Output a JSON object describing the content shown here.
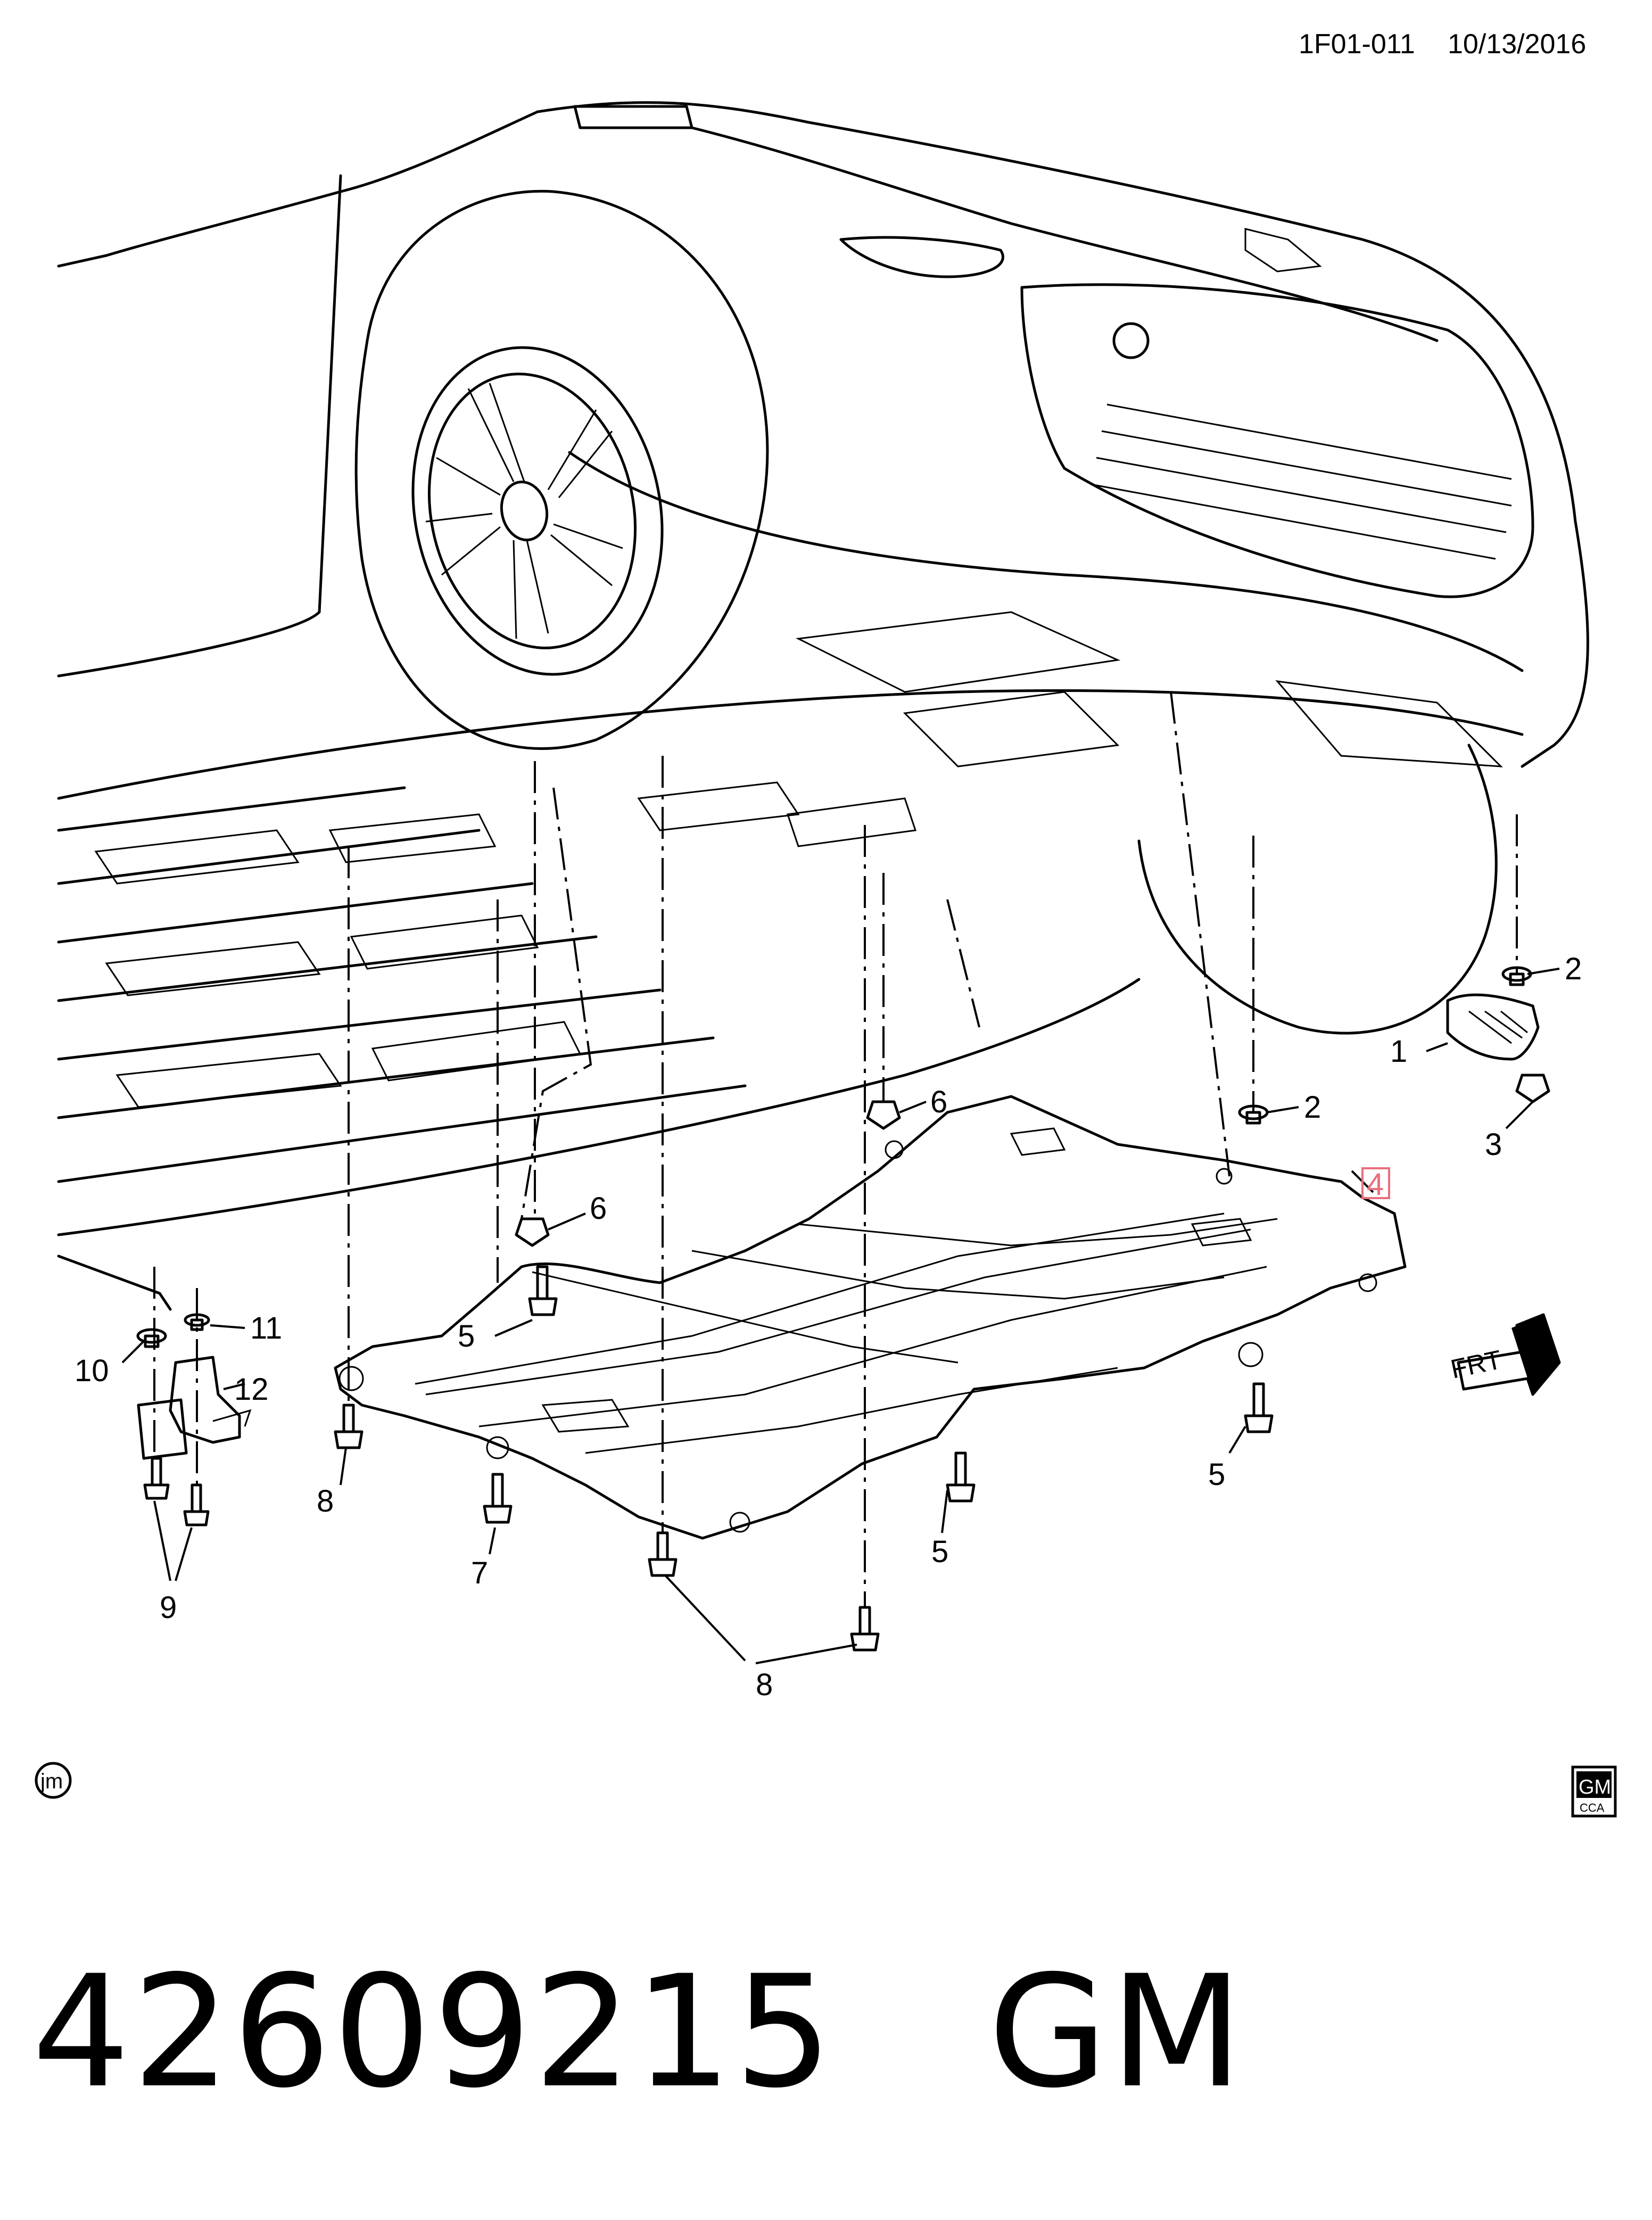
{
  "header": {
    "code": "1F01-011",
    "date": "10/13/2016"
  },
  "callouts": [
    {
      "id": "c1",
      "label": "1"
    },
    {
      "id": "c2a",
      "label": "2"
    },
    {
      "id": "c2b",
      "label": "2"
    },
    {
      "id": "c3",
      "label": "3"
    },
    {
      "id": "c4",
      "label": "4",
      "highlighted": true
    },
    {
      "id": "c5a",
      "label": "5"
    },
    {
      "id": "c5b",
      "label": "5"
    },
    {
      "id": "c5c",
      "label": "5"
    },
    {
      "id": "c6a",
      "label": "6"
    },
    {
      "id": "c6b",
      "label": "6"
    },
    {
      "id": "c7",
      "label": "7"
    },
    {
      "id": "c8a",
      "label": "8"
    },
    {
      "id": "c8b",
      "label": "8"
    },
    {
      "id": "c9",
      "label": "9"
    },
    {
      "id": "c10",
      "label": "10"
    },
    {
      "id": "c11",
      "label": "11"
    },
    {
      "id": "c12",
      "label": "12"
    }
  ],
  "frt_label": "FRT",
  "artist_mark": "jm",
  "logo": {
    "brand": "GM",
    "sub": "CCA"
  },
  "footer": {
    "part_number": "42609215",
    "brand": "GM"
  },
  "colors": {
    "highlight": "#e8707c",
    "line": "#000000"
  }
}
